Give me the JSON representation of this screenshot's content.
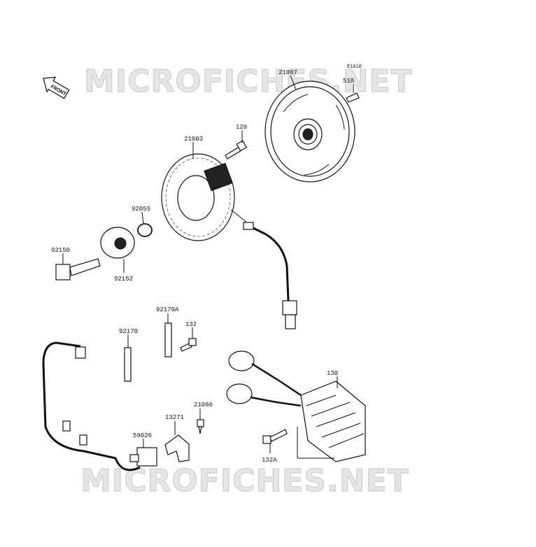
{
  "diagram": {
    "ref_code": "E1610",
    "front_label": "FRONT",
    "watermarks": [
      "MICROFICHES.NET",
      "MICROFICHES.NET"
    ],
    "parts": [
      {
        "id": "p21007",
        "label": "21007"
      },
      {
        "id": "p510",
        "label": "510"
      },
      {
        "id": "p120",
        "label": "120"
      },
      {
        "id": "p21003",
        "label": "21003"
      },
      {
        "id": "p92055",
        "label": "92055"
      },
      {
        "id": "p92150",
        "label": "92150"
      },
      {
        "id": "p92152",
        "label": "92152"
      },
      {
        "id": "p92170A",
        "label": "92170A"
      },
      {
        "id": "p132",
        "label": "132"
      },
      {
        "id": "p92170",
        "label": "92170"
      },
      {
        "id": "p21066",
        "label": "21066"
      },
      {
        "id": "p130",
        "label": "130"
      },
      {
        "id": "p13271",
        "label": "13271"
      },
      {
        "id": "p59026",
        "label": "59026"
      },
      {
        "id": "p132A",
        "label": "132A"
      }
    ]
  }
}
